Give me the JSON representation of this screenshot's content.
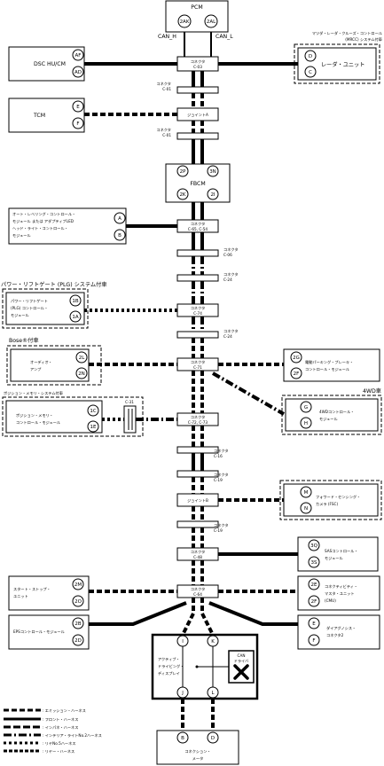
{
  "modules": {
    "pcm": "PCM",
    "can_h": "CAN_H",
    "can_l": "CAN_L",
    "dsc": "DSC HU/CM",
    "mrcc_title_1": "マツダ・レーダ・クルーズ・コントロール",
    "mrcc_title_2": "(MRCC) システム付車",
    "radar": "レーダ・ユニット",
    "tcm": "TCM",
    "fbcm": "FBCM",
    "leveling_1": "オート・レベリング・コントロール・",
    "leveling_2": "モジュール または アダプティブLED",
    "leveling_3": "ヘッド・ライト・コントロール・",
    "leveling_4": "モジュール",
    "plg_title": "パワー・リフトゲート (PLG) システム付車",
    "plg_1": "パワー・リフトゲート",
    "plg_2": "(PLG) コントロール・",
    "plg_3": "モジュール",
    "bose_title": "Bose®付車",
    "audio_1": "オーディオ・",
    "audio_2": "アンプ",
    "epb_1": "電動パーキング・ブレーキ・",
    "epb_2": "コントロール・モジュール",
    "awd_title": "4WD車",
    "awd_1": "4WDコントロール・",
    "awd_2": "モジュール",
    "memory_title": "ポジション・メモリ・システム付車",
    "memory_1": "ポジション・メモリ・",
    "memory_2": "コントロール・モジュール",
    "fsc_1": "フォワード・センシング・",
    "fsc_2": "カメラ (FSC)",
    "sas_1": "SASコントロール・",
    "sas_2": "モジュール",
    "startstop_1": "スタート・ストップ・",
    "startstop_2": "ユニット",
    "cmu_1": "コネクティビティ・",
    "cmu_2": "マスタ・ユニット",
    "cmu_3": "(CMU)",
    "eps": "EPSコントロール・モジュール",
    "diag_1": "ダイアグノシス・",
    "diag_2": "コネクタ2",
    "add_1": "アクティブ・",
    "add_2": "ドライビング・",
    "add_3": "ディスプレイ",
    "can_driver_1": "CAN",
    "can_driver_2": "ドライバ",
    "cluster_1": "コネクション・",
    "cluster_2": "メータ"
  },
  "connectors": {
    "c03": [
      "コネクタ",
      "C-03"
    ],
    "c01a": [
      "コネクタ",
      "C-01"
    ],
    "joint_a": [
      "ジョイントA"
    ],
    "c01b": [
      "コネクタ",
      "C-01"
    ],
    "c65": [
      "コネクタ",
      "C-65, C-54"
    ],
    "c06": [
      "コネクタ",
      "C-06"
    ],
    "c24a": [
      "コネクタ",
      "C-24"
    ],
    "c74": [
      "コネクタ",
      "C-74"
    ],
    "c24b": [
      "コネクタ",
      "C-24"
    ],
    "c71": [
      "コネクタ",
      "C-71"
    ],
    "c72": [
      "コネクタ",
      "C-72, C-73"
    ],
    "c16": [
      "コネクタ",
      "C-16"
    ],
    "c19a": [
      "コネクタ",
      "C-19"
    ],
    "joint_b": [
      "ジョイントB"
    ],
    "c19b": [
      "コネクタ",
      "C-19"
    ],
    "c48": [
      "コネクタ",
      "C-48"
    ],
    "c64": [
      "コネクタ",
      "C-64"
    ],
    "c31": "C-31"
  },
  "pins": {
    "pcm_h": "2AK",
    "pcm_l": "2AL",
    "dsc_1": "AF",
    "dsc_2": "AD",
    "radar_1": "D",
    "radar_2": "C",
    "tcm_1": "E",
    "tcm_2": "F",
    "fbcm_1": "2P",
    "fbcm_2": "3N",
    "fbcm_3": "2K",
    "fbcm_4": "2I",
    "lev_1": "A",
    "lev_2": "B",
    "plg_1": "1B",
    "plg_2": "1A",
    "audio_1": "2L",
    "audio_2": "2N",
    "epb_1": "2G",
    "epb_2": "2F",
    "awd_1": "G",
    "awd_2": "H",
    "mem_1": "1C",
    "mem_2": "1E",
    "fsc_1": "M",
    "fsc_2": "N",
    "sas_1": "3Q",
    "sas_2": "3S",
    "ss_1": "2M",
    "ss_2": "2O",
    "cmu_1": "2E",
    "cmu_2": "2F",
    "eps_1": "2B",
    "eps_2": "2D",
    "diag_1": "E",
    "diag_2": "F",
    "add_1": "I",
    "add_2": "K",
    "add_3": "J",
    "add_4": "L",
    "cl_1": "B",
    "cl_2": "D"
  },
  "legend": [
    {
      "label": ": エミッション・ハーネス",
      "style": "emission"
    },
    {
      "label": ": フロント・ハーネス",
      "style": "front"
    },
    {
      "label": ": インパネ・ハーネス",
      "style": "instrument"
    },
    {
      "label": ": インテリア・ライトNo.2ハーネス",
      "style": "interior"
    },
    {
      "label": ": リヤNo.5ハーネス",
      "style": "rear5"
    },
    {
      "label": ": リヤー・ハーネス",
      "style": "rear"
    }
  ]
}
